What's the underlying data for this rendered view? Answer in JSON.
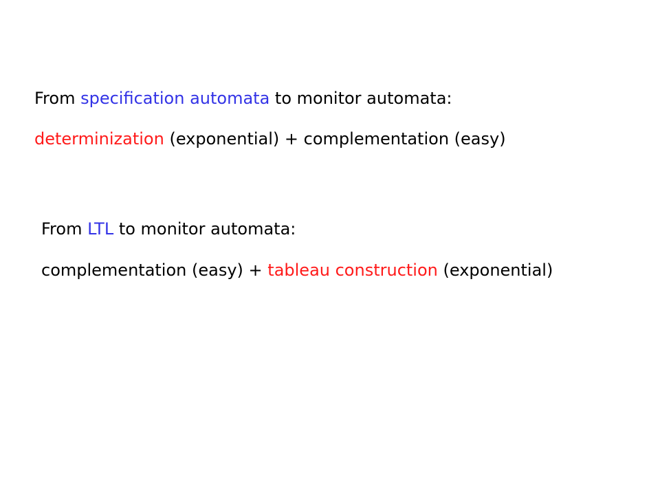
{
  "colors": {
    "highlight_blue": "#3333e6",
    "highlight_red": "#ff1a1a",
    "text": "#000000",
    "background": "#ffffff"
  },
  "block1": {
    "line1": {
      "pre": "From ",
      "highlight": "specification automata",
      "post": " to monitor automata:"
    },
    "line2": {
      "highlight": "determinization",
      "post": " (exponential) + complementation (easy)"
    }
  },
  "block2": {
    "line1": {
      "pre": "From ",
      "highlight": "LTL",
      "post": " to monitor automata:"
    },
    "line2": {
      "pre": "complementation (easy) + ",
      "highlight": "tableau construction",
      "post": " (exponential)"
    }
  }
}
